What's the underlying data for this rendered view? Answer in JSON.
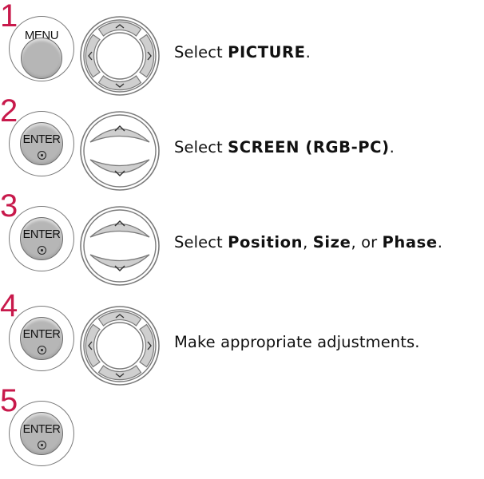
{
  "steps": [
    {
      "number": "1",
      "button_label": "MENU",
      "nav_icon": "four-way-arrow-pad-icon",
      "instruction": {
        "prefix": "Select ",
        "bold": "PICTURE",
        "suffix": "."
      }
    },
    {
      "number": "2",
      "button_label": "ENTER",
      "nav_icon": "up-down-arrow-pad-icon",
      "instruction": {
        "prefix": "Select ",
        "bold": "SCREEN (RGB-PC)",
        "suffix": "."
      }
    },
    {
      "number": "3",
      "button_label": "ENTER",
      "nav_icon": "up-down-arrow-pad-icon",
      "instruction": {
        "prefix": "Select ",
        "bold1": "Position",
        "sep1": ", ",
        "bold2": "Size",
        "sep2": ", or ",
        "bold3": "Phase",
        "suffix": "."
      }
    },
    {
      "number": "4",
      "button_label": "ENTER",
      "nav_icon": "four-way-arrow-pad-icon",
      "instruction": {
        "text": "Make appropriate adjustments."
      }
    },
    {
      "number": "5",
      "button_label": "ENTER"
    }
  ]
}
